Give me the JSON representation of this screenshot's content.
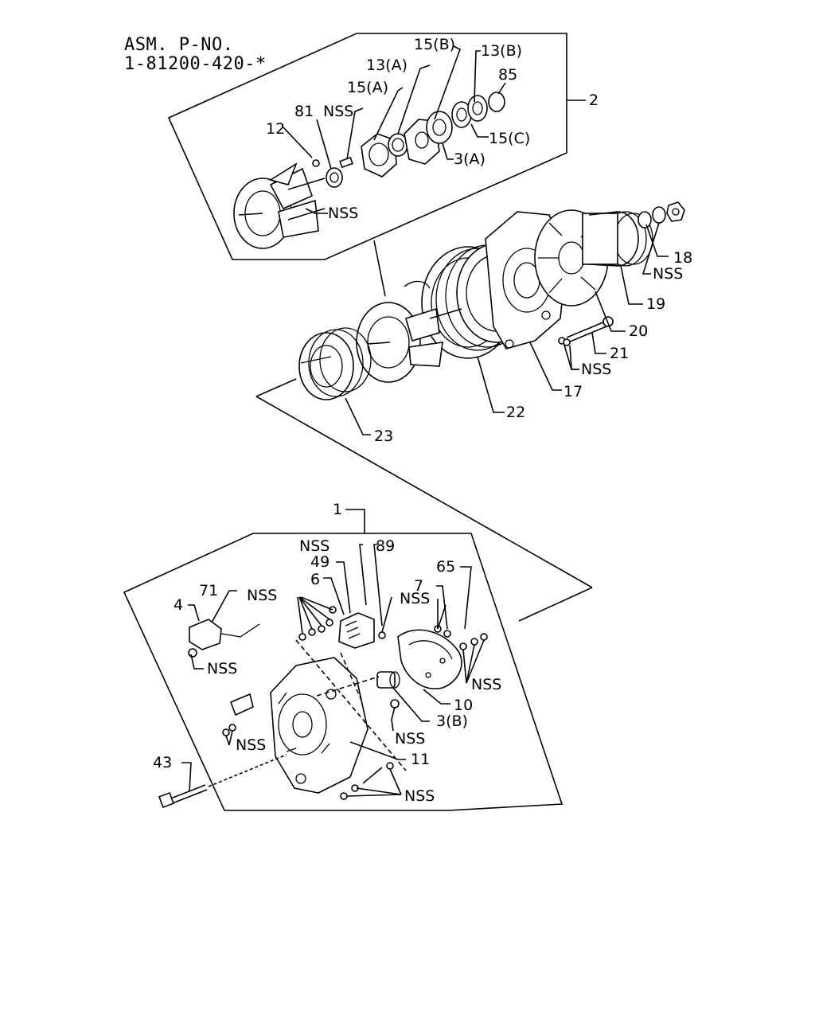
{
  "header": {
    "line1": "ASM. P-NO.",
    "line2": "1-81200-420-*"
  },
  "labels": {
    "p15B": "15(B)",
    "p13B": "13(B)",
    "p85": "85",
    "p13A": "13(A)",
    "p15A": "15(A)",
    "p2": "2",
    "p81": "81",
    "nss_top": "NSS",
    "p12": "12",
    "p15C": "15(C)",
    "p3A": "3(A)",
    "nss_rotor": "NSS",
    "p18": "18",
    "nss_nut": "NSS",
    "p19": "19",
    "p20": "20",
    "p21": "21",
    "nss_bolt": "NSS",
    "p17": "17",
    "p22": "22",
    "p23": "23",
    "p1": "1",
    "nss_89": "NSS",
    "p89": "89",
    "p49": "49",
    "p6": "6",
    "p65": "65",
    "p71": "71",
    "nss_screws": "NSS",
    "p7": "7",
    "nss_7": "NSS",
    "p4": "4",
    "nss_4": "NSS",
    "nss_right": "NSS",
    "p10": "10",
    "p3B": "3(B)",
    "nss_mid": "NSS",
    "nss_left": "NSS",
    "p11": "11",
    "p43": "43",
    "nss_bottom": "NSS"
  }
}
